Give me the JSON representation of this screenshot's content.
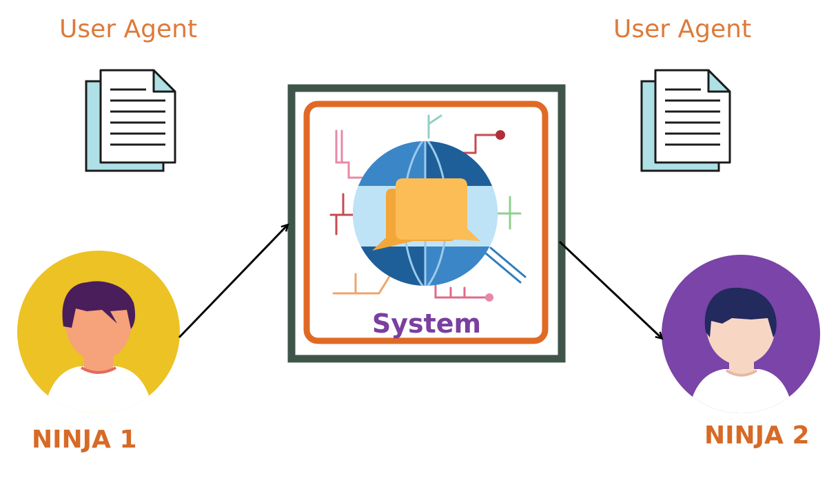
{
  "user_agent_left": "User Agent",
  "user_agent_right": "User Agent",
  "system_label": "System",
  "ninja_left": "NINJA 1",
  "ninja_right": "NINJA 2",
  "colors": {
    "agent_text": "#dd7a3a",
    "ninja_text": "#d66a26",
    "system_text": "#7a3fa0",
    "frame_outer": "#3f554a",
    "frame_inner": "#e06a25",
    "ninja1_bg": "#ecc225",
    "ninja2_bg": "#7a44a8"
  },
  "icons": [
    "document-icon",
    "globe-chat-icon",
    "person-avatar-icon",
    "arrow-icon"
  ]
}
